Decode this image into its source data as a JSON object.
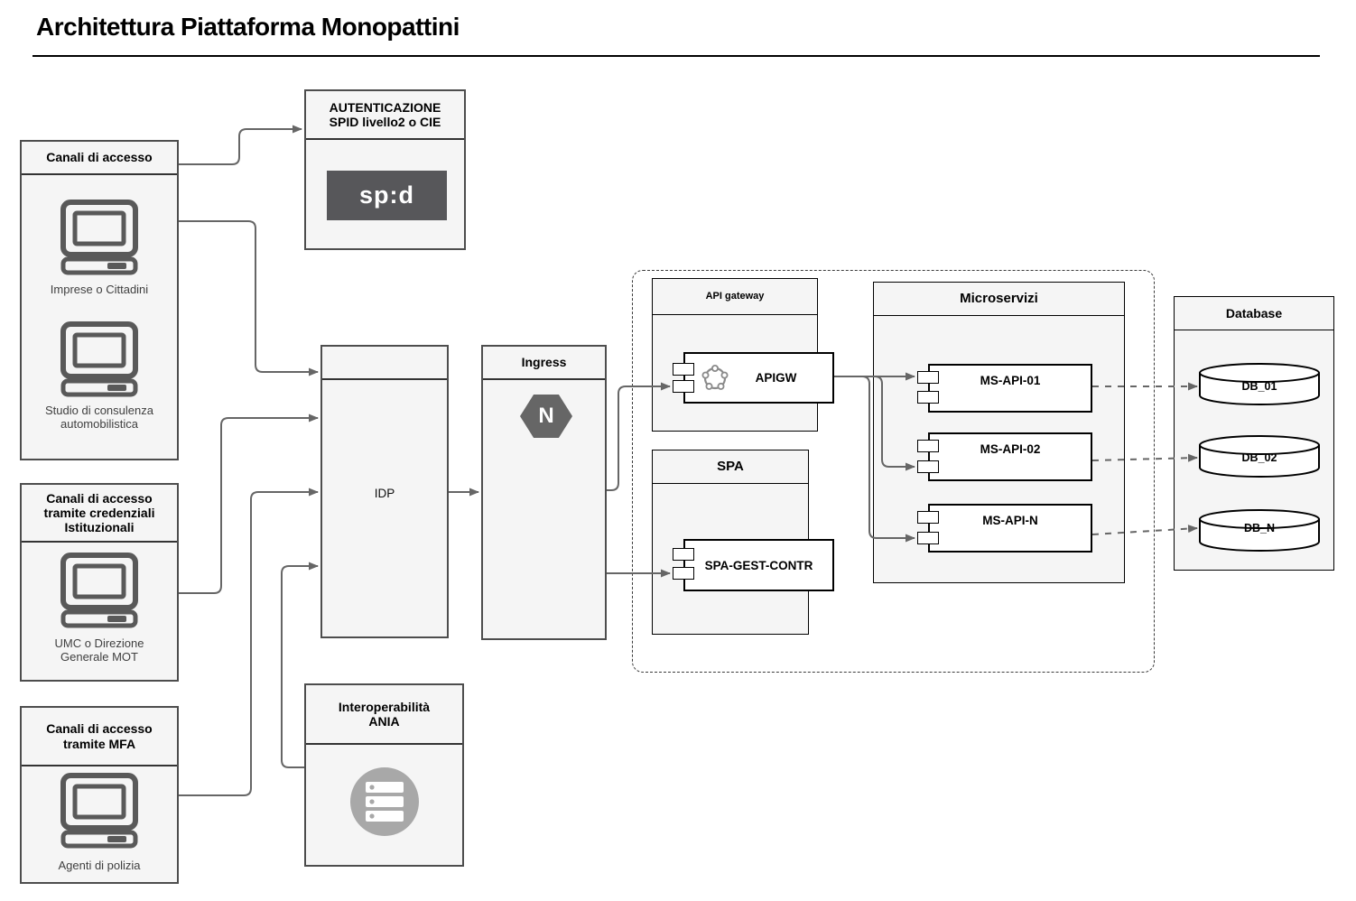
{
  "header": {
    "title": "Architettura Piattaforma Monopattini"
  },
  "colors": {
    "box_fill": "#f5f5f5",
    "box_border": "#4d4d4d",
    "wire_gray": "#666666",
    "spid_bg": "#57575a",
    "nginx_gray": "#666666",
    "server_icon_gray": "#a8a8a8"
  },
  "icons": [
    {
      "name": "computer-icon",
      "meaning": "desktop computer client"
    },
    {
      "name": "spid-logo",
      "meaning": "SPID identity logo"
    },
    {
      "name": "nginx-icon",
      "meaning": "NGINX hexagon logo"
    },
    {
      "name": "api-gateway-icon",
      "meaning": "API management ring icon"
    },
    {
      "name": "server-stack-icon",
      "meaning": "server rack in circle"
    },
    {
      "name": "database-cylinder",
      "meaning": "database cylinder shape"
    }
  ],
  "nodes": {
    "canali_accesso": {
      "title": "Canali di accesso",
      "items": [
        {
          "label": "Imprese o Cittadini"
        },
        {
          "label": "Studio di consulenza automobilistica"
        }
      ]
    },
    "autenticazione": {
      "title_lines": [
        "AUTENTICAZIONE",
        "SPID livello2 o CIE"
      ],
      "logo_text": "sp:d"
    },
    "canali_credenziali": {
      "title": "Canali di accesso tramite credenziali Istituzionali",
      "items": [
        {
          "label": "UMC o Direzione Generale MOT"
        }
      ]
    },
    "canali_mfa": {
      "title": "Canali di accesso tramite MFA",
      "items": [
        {
          "label": "Agenti di polizia"
        }
      ]
    },
    "idp": {
      "label": "IDP"
    },
    "ingress": {
      "title": "Ingress",
      "logo_letter": "N"
    },
    "ania": {
      "title_lines": [
        "Interoperabilità",
        "ANIA"
      ]
    },
    "api_gateway": {
      "title": "API gateway",
      "component": "APIGW"
    },
    "spa": {
      "title": "SPA",
      "component": "SPA-GEST-CONTR"
    },
    "microservizi": {
      "title": "Microservizi",
      "components": [
        "MS-API-01",
        "MS-API-02",
        "MS-API-N"
      ]
    },
    "database": {
      "title": "Database",
      "items": [
        "DB_01",
        "DB_02",
        "DB_N"
      ]
    }
  }
}
